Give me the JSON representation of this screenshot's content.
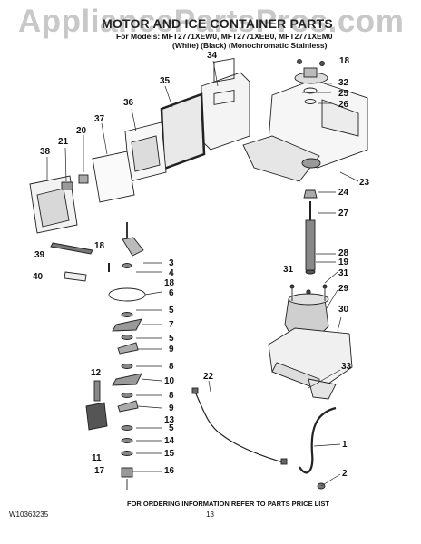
{
  "watermark": "AppliancePartsPros.com",
  "header": {
    "title": "MOTOR AND ICE CONTAINER PARTS",
    "models": "For Models: MFT2771XEW0, MFT2771XEB0, MFT2771XEM0",
    "colors": "(White)          (Black)  (Monochromatic Stainless)"
  },
  "callouts": {
    "c34": "34",
    "c35": "35",
    "c36": "36",
    "c37": "37",
    "c38": "38",
    "c21": "21",
    "c20": "20",
    "c39": "39",
    "c40": "40",
    "c18a": "18",
    "c18b": "18",
    "c18c": "18",
    "c3": "3",
    "c4": "4",
    "c6": "6",
    "c5a": "5",
    "c7": "7",
    "c5b": "5",
    "c9a": "9",
    "c8a": "8",
    "c10": "10",
    "c8b": "8",
    "c9b": "9",
    "c13": "13",
    "c5c": "5",
    "c14": "14",
    "c15": "15",
    "c16": "16",
    "c12": "12",
    "c11": "11",
    "c17": "17",
    "c22": "22",
    "c32": "32",
    "c25": "25",
    "c26": "26",
    "c23": "23",
    "c24": "24",
    "c27": "27",
    "c28": "28",
    "c19": "19",
    "c31a": "31",
    "c31b": "31",
    "c29": "29",
    "c30": "30",
    "c33": "33",
    "c1": "1",
    "c2": "2"
  },
  "footer": {
    "note": "FOR ORDERING INFORMATION REFER TO PARTS PRICE LIST",
    "doc_number": "W10363235",
    "page_number": "13"
  }
}
